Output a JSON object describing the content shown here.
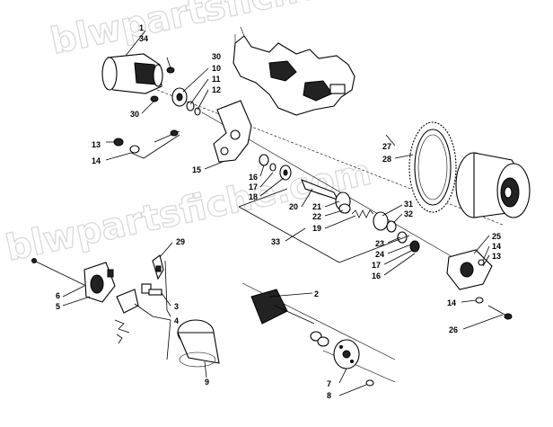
{
  "watermark": "blwpartsfiche.com",
  "callouts": [
    {
      "id": "c1",
      "label": "1"
    },
    {
      "id": "c34",
      "label": "34"
    },
    {
      "id": "c30a",
      "label": "30"
    },
    {
      "id": "c10",
      "label": "10"
    },
    {
      "id": "c11",
      "label": "11"
    },
    {
      "id": "c12",
      "label": "12"
    },
    {
      "id": "c30b",
      "label": "30"
    },
    {
      "id": "c13a",
      "label": "13"
    },
    {
      "id": "c14a",
      "label": "14"
    },
    {
      "id": "c15",
      "label": "15"
    },
    {
      "id": "c16a",
      "label": "16"
    },
    {
      "id": "c17a",
      "label": "17"
    },
    {
      "id": "c18",
      "label": "18"
    },
    {
      "id": "c20",
      "label": "20"
    },
    {
      "id": "c21",
      "label": "21"
    },
    {
      "id": "c22",
      "label": "22"
    },
    {
      "id": "c19",
      "label": "19"
    },
    {
      "id": "c31",
      "label": "31"
    },
    {
      "id": "c32",
      "label": "32"
    },
    {
      "id": "c27",
      "label": "27"
    },
    {
      "id": "c28",
      "label": "28"
    },
    {
      "id": "c33",
      "label": "33"
    },
    {
      "id": "c23",
      "label": "23"
    },
    {
      "id": "c24",
      "label": "24"
    },
    {
      "id": "c17b",
      "label": "17"
    },
    {
      "id": "c16b",
      "label": "16"
    },
    {
      "id": "c25",
      "label": "25"
    },
    {
      "id": "c14b",
      "label": "14"
    },
    {
      "id": "c13b",
      "label": "13"
    },
    {
      "id": "c14c",
      "label": "14"
    },
    {
      "id": "c26",
      "label": "26"
    },
    {
      "id": "c29",
      "label": "29"
    },
    {
      "id": "c6",
      "label": "6"
    },
    {
      "id": "c5",
      "label": "5"
    },
    {
      "id": "c3",
      "label": "3"
    },
    {
      "id": "c4",
      "label": "4"
    },
    {
      "id": "c2",
      "label": "2"
    },
    {
      "id": "c9",
      "label": "9"
    },
    {
      "id": "c7",
      "label": "7"
    },
    {
      "id": "c8",
      "label": "8"
    }
  ]
}
